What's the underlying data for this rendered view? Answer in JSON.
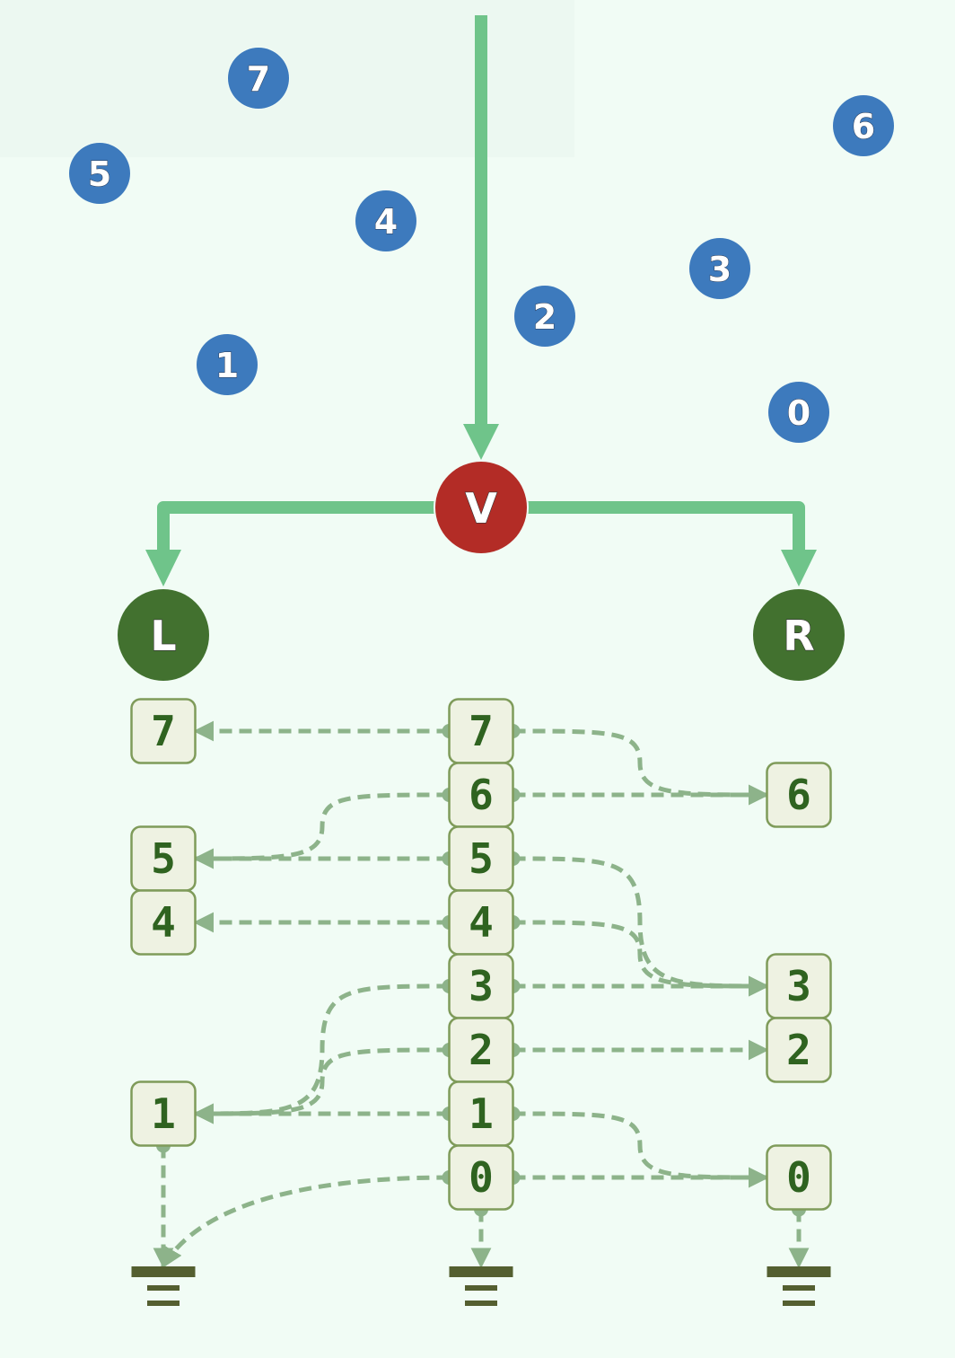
{
  "colors": {
    "background": "#f1fcf5",
    "key_circle": "#3d7abd",
    "flow_arrow": "#6fc48a",
    "vertex_node": "#b32c26",
    "child_node": "#42712f",
    "box_fill": "#eef2e2",
    "box_border": "#7f9b5a",
    "box_text": "#2f6320",
    "edge": "#8db38a",
    "ground": "#545f30"
  },
  "keys": [
    {
      "label": "7"
    },
    {
      "label": "5"
    },
    {
      "label": "4"
    },
    {
      "label": "1"
    },
    {
      "label": "2"
    },
    {
      "label": "3"
    },
    {
      "label": "6"
    },
    {
      "label": "0"
    }
  ],
  "nodes": {
    "vertex": {
      "label": "V"
    },
    "left": {
      "label": "L"
    },
    "right": {
      "label": "R"
    }
  },
  "columns": {
    "left": [
      "7",
      "5",
      "4",
      "1"
    ],
    "middle": [
      "7",
      "6",
      "5",
      "4",
      "3",
      "2",
      "1",
      "0"
    ],
    "right": [
      "6",
      "3",
      "2",
      "0"
    ]
  },
  "edges": [
    {
      "from": "middle.7",
      "to": "left.7"
    },
    {
      "from": "middle.7",
      "to": "right.6"
    },
    {
      "from": "middle.6",
      "to": "left.5"
    },
    {
      "from": "middle.6",
      "to": "right.6"
    },
    {
      "from": "middle.5",
      "to": "left.5"
    },
    {
      "from": "middle.5",
      "to": "right.3"
    },
    {
      "from": "middle.4",
      "to": "left.4"
    },
    {
      "from": "middle.4",
      "to": "right.3"
    },
    {
      "from": "middle.3",
      "to": "left.1"
    },
    {
      "from": "middle.3",
      "to": "right.3"
    },
    {
      "from": "middle.2",
      "to": "left.1"
    },
    {
      "from": "middle.2",
      "to": "right.2"
    },
    {
      "from": "middle.1",
      "to": "left.1"
    },
    {
      "from": "middle.1",
      "to": "right.0"
    },
    {
      "from": "middle.0",
      "to": "ground.left"
    },
    {
      "from": "middle.0",
      "to": "right.0"
    },
    {
      "from": "left.1",
      "to": "ground.left"
    },
    {
      "from": "middle.0",
      "to": "ground.middle"
    },
    {
      "from": "right.0",
      "to": "ground.right"
    }
  ],
  "grounds": [
    {
      "name": "left"
    },
    {
      "name": "middle"
    },
    {
      "name": "right"
    }
  ]
}
